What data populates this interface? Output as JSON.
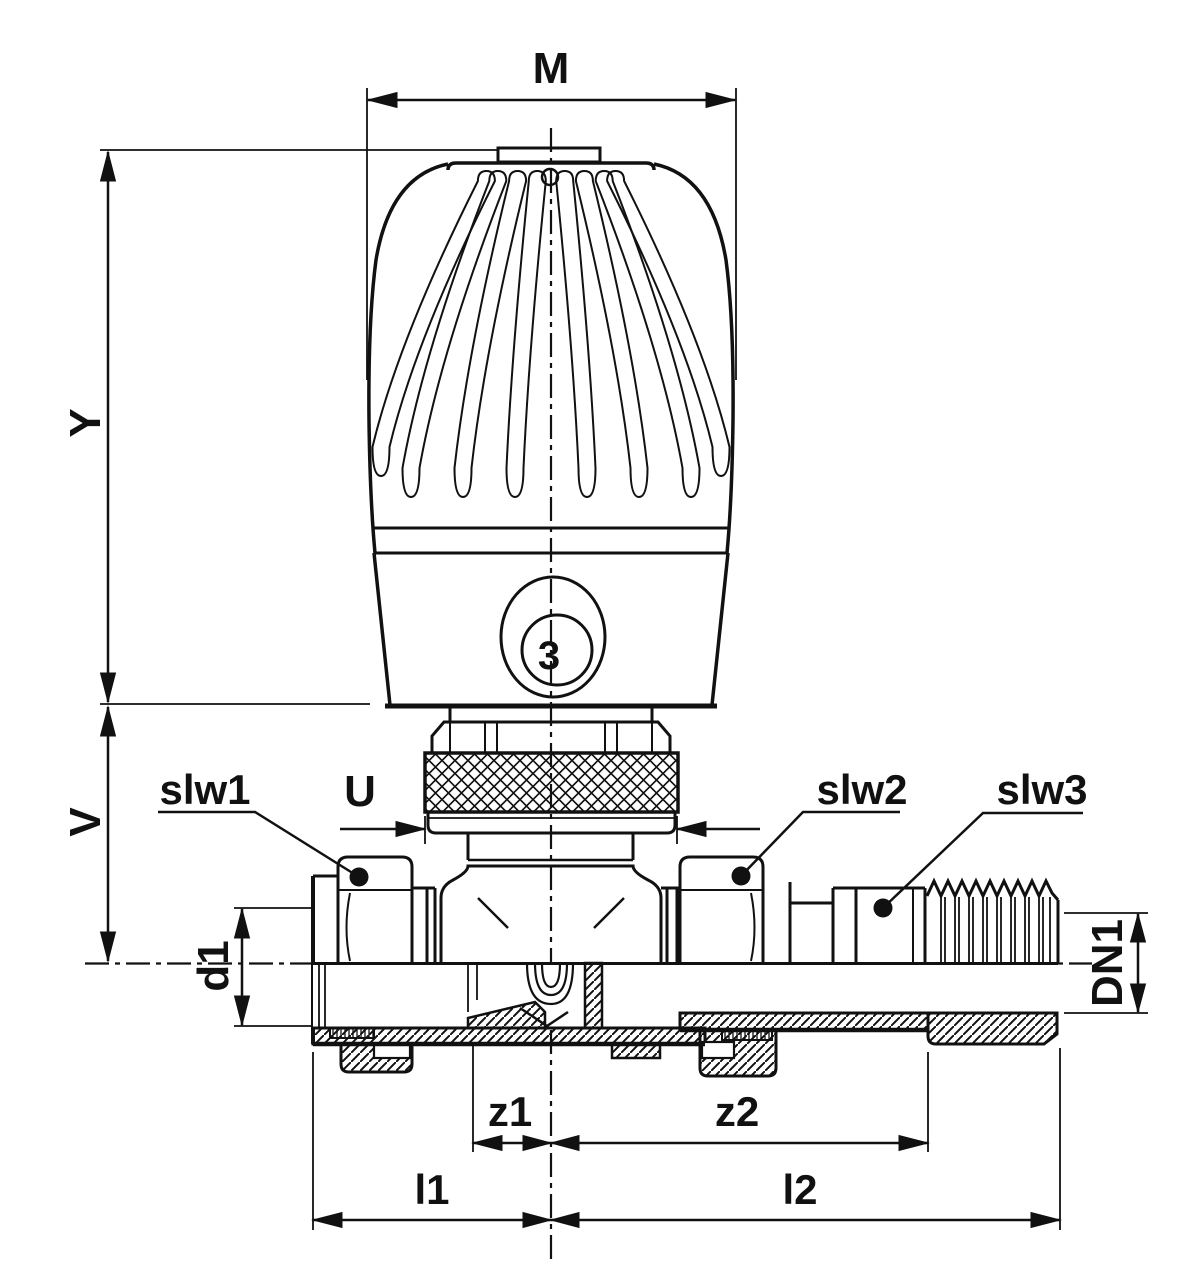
{
  "drawing": {
    "type": "technical-drawing",
    "subject": "thermostatic-radiator-valve-straight",
    "background_color": "#ffffff",
    "line_color": "#111111",
    "head": {
      "setting_number": "3"
    },
    "dim": {
      "M": "M",
      "Y": "Y",
      "V": "V",
      "U": "U",
      "d1": "d1",
      "DN1": "DN1",
      "z1": "z1",
      "z2": "z2",
      "l1": "l1",
      "l2": "l2"
    },
    "leader": {
      "slw1": "slw1",
      "slw2": "slw2",
      "slw3": "slw3"
    }
  }
}
